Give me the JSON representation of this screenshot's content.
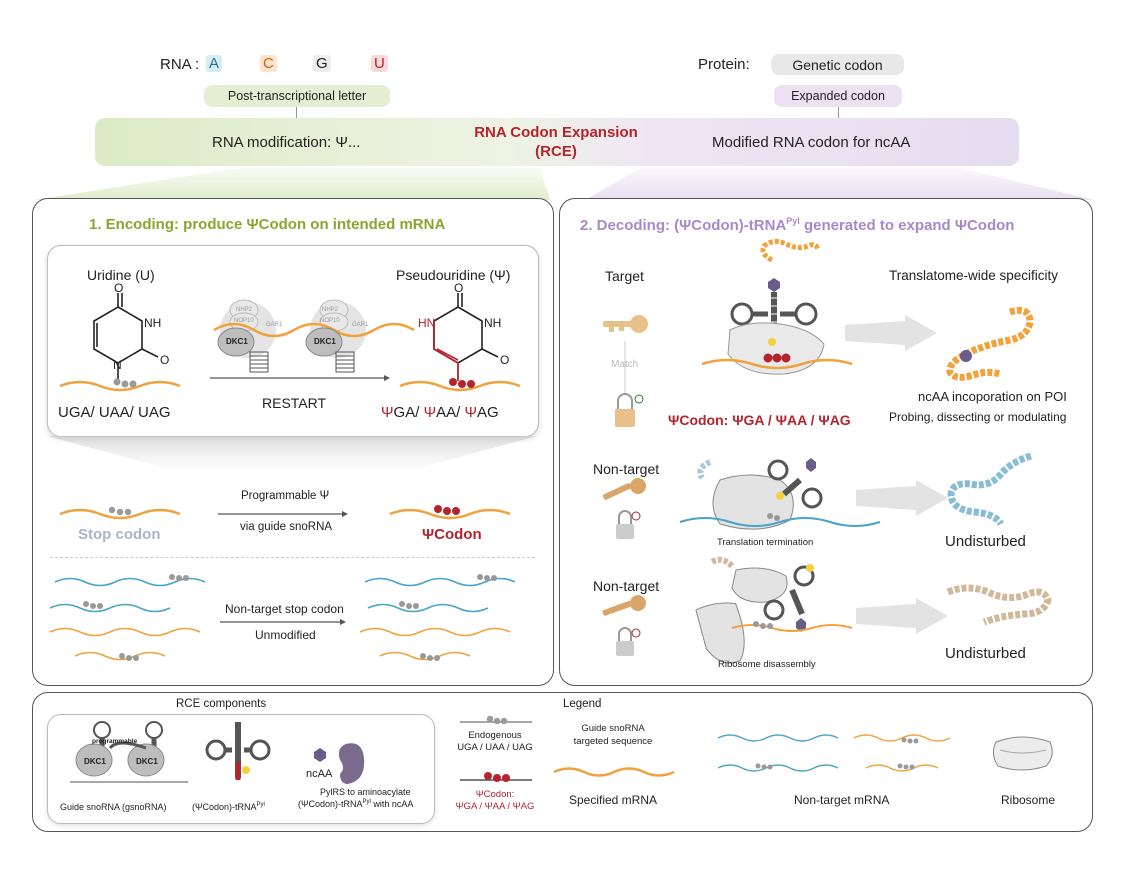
{
  "header": {
    "rna_label": "RNA :",
    "letters": [
      "A",
      "C",
      "G",
      "U"
    ],
    "protein_label": "Protein:",
    "genetic_codon": "Genetic codon",
    "post_tx": "Post-transcriptional letter",
    "expanded_codon": "Expanded codon",
    "rna_mod": "RNA modification: Ψ...",
    "rce_title": "RNA Codon Expansion",
    "rce_abbr": "(RCE)",
    "modified_codon": "Modified RNA codon for ncAA"
  },
  "encoding": {
    "title": "1. Encoding: produce ΨCodon on intended mRNA",
    "uridine": "Uridine (U)",
    "pseudouridine": "Pseudouridine (Ψ)",
    "stop_codons": "UGA/ UAA/ UAG",
    "restart": "RESTART",
    "psi_codons_prefix": [
      "Ψ",
      "Ψ",
      "Ψ"
    ],
    "psi_codons_suffix": [
      "GA/ ",
      "AA/ ",
      "AG"
    ],
    "atom_O": "O",
    "atom_NH": "NH",
    "atom_N": "N",
    "atom_HN": "HN",
    "dkc1": "DKC1",
    "nop10": "NOP10",
    "nhp2": "NHP2",
    "gar1": "GAR1",
    "programmable": "Programmable Ψ",
    "via_guide": "via guide snoRNA",
    "stop_codon": "Stop codon",
    "psi_codon": "ΨCodon",
    "non_target_stop": "Non-target stop codon",
    "unmodified": "Unmodified"
  },
  "decoding": {
    "title_a": "2. Decoding: (ΨCodon)-tRNA",
    "title_sup": "Pyl",
    "title_b": " generated to expand ΨCodon",
    "target": "Target",
    "match": "Match",
    "specificity": "Translatome-wide specificity",
    "psi_codon_line": "ΨCodon: ΨGA / ΨAA / ΨAG",
    "ncaa": "ncAA incoporation on POI",
    "probing": "Probing, dissecting or modulating",
    "non_target": "Non-target",
    "translation_termination": "Translation termination",
    "undisturbed": "Undisturbed",
    "ribosome_disassembly": "Ribosome disassembly"
  },
  "components": {
    "rce_components": "RCE components",
    "legend": "Legend",
    "programmable": "programmable",
    "dkc1": "DKC1",
    "guide_snorna": "Guide snoRNA (gsnoRNA)",
    "trna_a": "(ΨCodon)-tRNA",
    "trna_sup": "Pyl",
    "ncaa": "ncAA",
    "pylrs_1": "PylRS to aminoacylate",
    "pylrs_2": "(ΨCodon)-tRNA",
    "pylrs_3": " with ncAA",
    "endogenous": "Endogenous",
    "endo_codons": "UGA / UAA / UAG",
    "psi_codon": "ΨCodon:",
    "psi_list": "ΨGA / ΨAA / ΨAG",
    "guide_seq_1": "Guide snoRNA",
    "guide_seq_2": "targeted sequence",
    "specified_mrna": "Specified mRNA",
    "non_target_mrna": "Non-target mRNA",
    "ribosome": "Ribosome"
  },
  "colors": {
    "green_title": "#8aa62e",
    "purple_title": "#a988c9",
    "red": "#b5232d",
    "orange": "#f0a23c",
    "blue": "#4aa3c8"
  }
}
